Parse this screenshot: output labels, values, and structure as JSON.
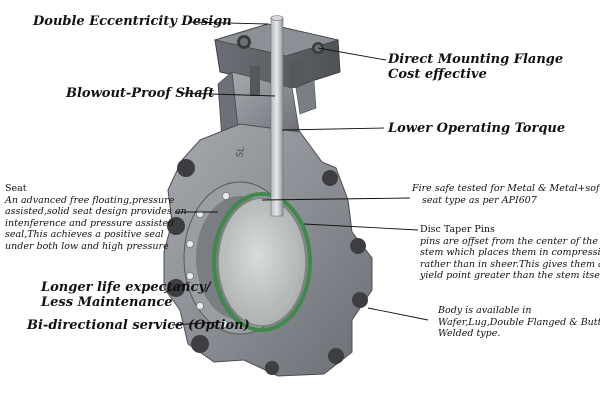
{
  "labels": {
    "double_eccentricity": "Double Eccentricity Design",
    "direct_mounting_1": "Direct Mounting Flange",
    "direct_mounting_2": "Cost effective",
    "blowout_proof": "Blowout-Proof Shaft",
    "lower_torque": "Lower Operating Torque",
    "fire_safe_1": "Fire safe tested for Metal & Metal+soft",
    "fire_safe_2": "seat type as per API607",
    "disc_taper_title": "Disc Taper Pins",
    "disc_taper_lines": [
      "pins are offset from the center of the",
      "stem which places them in compression",
      "rather than in sheer.This gives them a",
      "yield point greater than the stem itself."
    ],
    "seat_title": "Seat",
    "seat_lines": [
      "An advanced free floating,pressure",
      "assisted,solid seat design provides an",
      "intenference and pressure assisted",
      "seal,This achieves a positive seal",
      "under both low and high pressure"
    ],
    "longer_life_1": "Longer life expectancy/",
    "longer_life_2": "Less Maintenance",
    "bidirectional": "Bi-directional service (Option)",
    "body_lines": [
      "Body is available in",
      "Wafer,Lug,Double Flanged & Butt",
      "Welded type."
    ]
  },
  "colors": {
    "body_metal": "#8d9096",
    "body_dark": "#5f6268",
    "disc": "#c7ccc9",
    "seat_green": "#3f8a4a",
    "leader": "#111111"
  }
}
